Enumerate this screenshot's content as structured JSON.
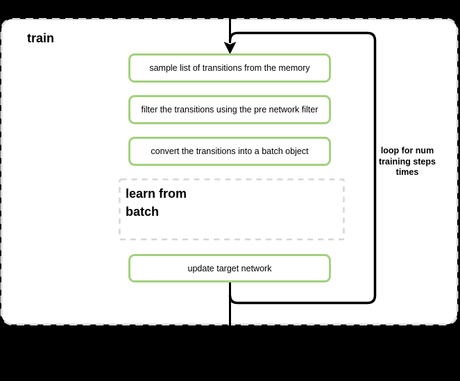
{
  "diagram": {
    "container": {
      "title": "train"
    },
    "loop": {
      "label": "loop for num\ntraining steps\ntimes"
    },
    "steps": [
      {
        "label": "sample list of transitions from the memory"
      },
      {
        "label": "filter the transitions using the pre network filter"
      },
      {
        "label": "convert the transitions into a batch object"
      }
    ],
    "subprocess": {
      "label": "learn from\nbatch"
    },
    "final_step": {
      "label": "update target network"
    },
    "colors": {
      "background": "#000000",
      "container_fill": "#ffffff",
      "container_border": "#dcdcdc",
      "subprocess_border": "#d5d5d5",
      "step_border": "#a3d07e",
      "flow_line": "#000000",
      "text": "#000000"
    }
  }
}
